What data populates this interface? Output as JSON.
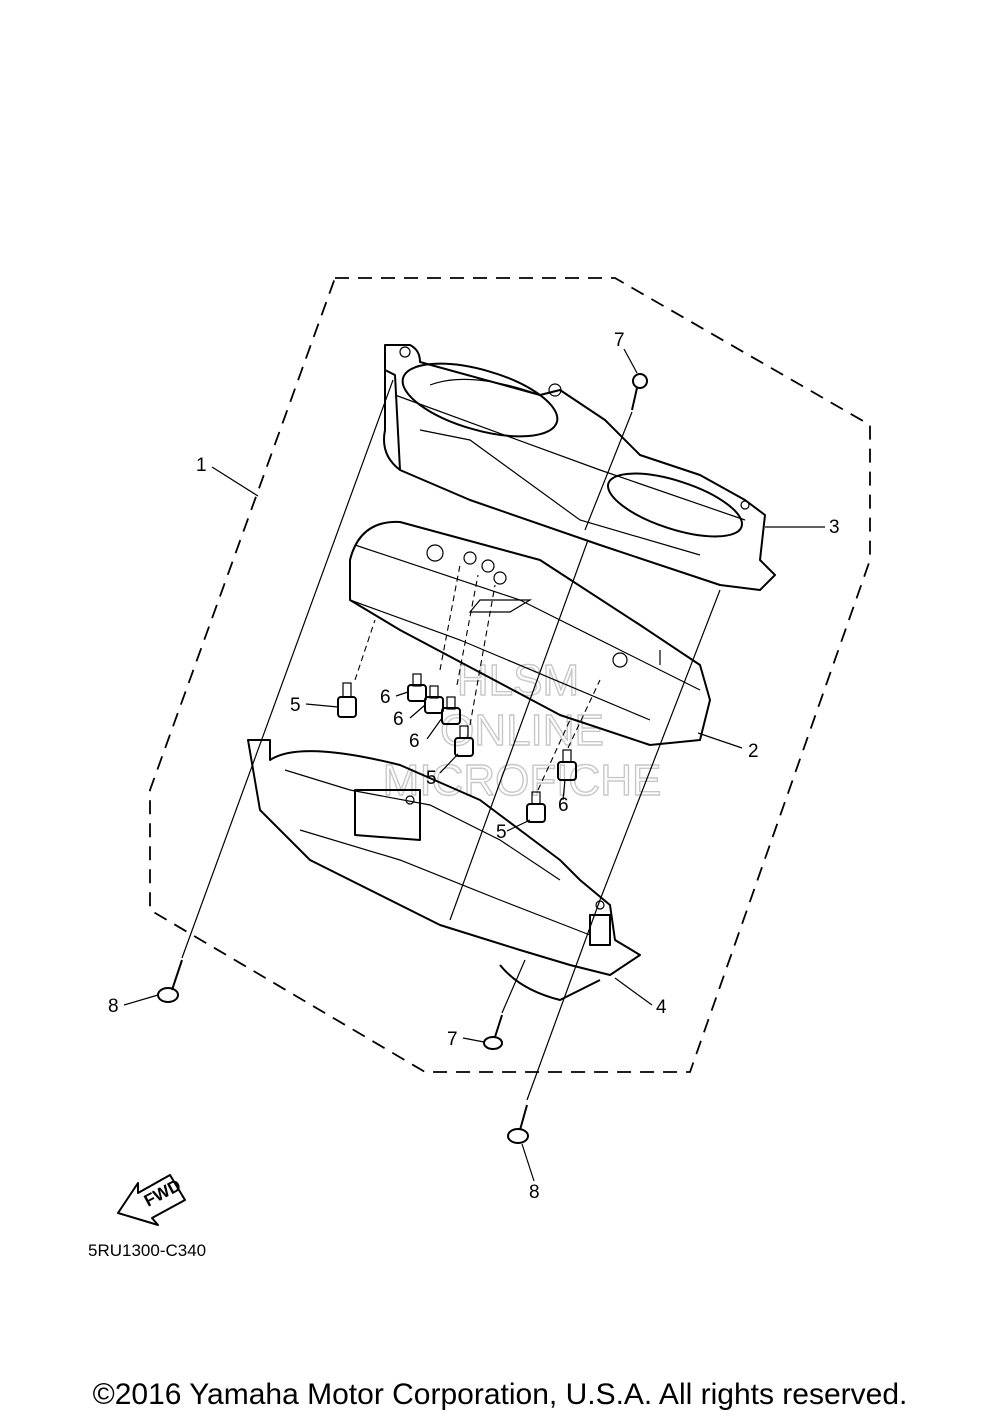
{
  "diagram": {
    "callouts": [
      "1",
      "2",
      "3",
      "4",
      "5",
      "5",
      "5",
      "6",
      "6",
      "6",
      "6",
      "7",
      "7",
      "8",
      "8"
    ],
    "direction_arrow": "FWD",
    "drawing_code": "5RU1300-C340",
    "watermark": [
      "HLSM",
      "ONLINE",
      "MICROFICHE"
    ]
  },
  "footer": {
    "copyright": "©2016 Yamaha Motor Corporation, U.S.A. All rights reserved."
  }
}
